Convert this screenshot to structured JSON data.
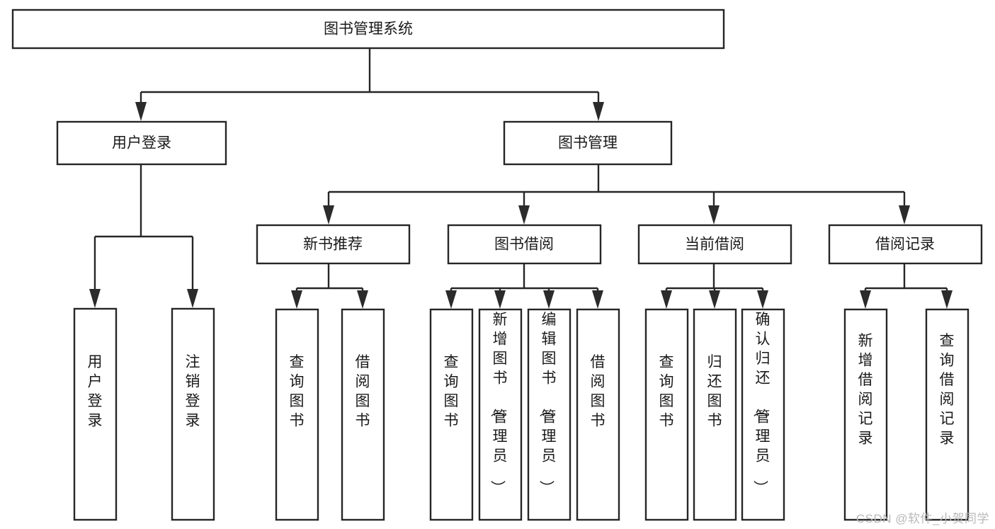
{
  "diagram": {
    "type": "tree",
    "title": "图书管理系统",
    "orientation": "top-down",
    "watermark": "CSDN @软件_小贺同学",
    "colors": {
      "box_stroke": "#262626",
      "box_fill": "#ffffff",
      "connector": "#262626",
      "text": "#1a1a1a",
      "watermark": "#b9b9b9",
      "background": "#ffffff"
    },
    "nodes": {
      "root": {
        "label": "图书管理系统",
        "level": 0,
        "orientation": "horizontal"
      },
      "user_login": {
        "label": "用户登录",
        "level": 1,
        "orientation": "horizontal"
      },
      "book_manage": {
        "label": "图书管理",
        "level": 1,
        "orientation": "horizontal"
      },
      "new_book_rec": {
        "label": "新书推荐",
        "level": 2,
        "orientation": "horizontal"
      },
      "book_borrow": {
        "label": "图书借阅",
        "level": 2,
        "orientation": "horizontal"
      },
      "current_borrow": {
        "label": "当前借阅",
        "level": 2,
        "orientation": "horizontal"
      },
      "borrow_record": {
        "label": "借阅记录",
        "level": 2,
        "orientation": "horizontal"
      },
      "leaf_user_login": {
        "label": "用户登录",
        "level": 3,
        "orientation": "vertical"
      },
      "leaf_logout": {
        "label": "注销登录",
        "level": 3,
        "orientation": "vertical"
      },
      "leaf_query_book_1": {
        "label": "查询图书",
        "level": 3,
        "orientation": "vertical"
      },
      "leaf_borrow_book_1": {
        "label": "借阅图书",
        "level": 3,
        "orientation": "vertical"
      },
      "leaf_query_book_2": {
        "label": "查询图书",
        "level": 3,
        "orientation": "vertical"
      },
      "leaf_add_book": {
        "label": "新增图书（管理员）",
        "level": 3,
        "orientation": "vertical"
      },
      "leaf_edit_book": {
        "label": "编辑图书（管理员）",
        "level": 3,
        "orientation": "vertical"
      },
      "leaf_borrow_book_2": {
        "label": "借阅图书",
        "level": 3,
        "orientation": "vertical"
      },
      "leaf_query_book_3": {
        "label": "查询图书",
        "level": 3,
        "orientation": "vertical"
      },
      "leaf_return_book": {
        "label": "归还图书",
        "level": 3,
        "orientation": "vertical"
      },
      "leaf_confirm_return": {
        "label": "确认归还（管理员）",
        "level": 3,
        "orientation": "vertical"
      },
      "leaf_add_record": {
        "label": "新增借阅记录",
        "level": 3,
        "orientation": "vertical"
      },
      "leaf_query_record": {
        "label": "查询借阅记录",
        "level": 3,
        "orientation": "vertical"
      }
    },
    "edges": [
      {
        "from": "root",
        "to": "user_login"
      },
      {
        "from": "root",
        "to": "book_manage"
      },
      {
        "from": "user_login",
        "to": "leaf_user_login"
      },
      {
        "from": "user_login",
        "to": "leaf_logout"
      },
      {
        "from": "book_manage",
        "to": "new_book_rec"
      },
      {
        "from": "book_manage",
        "to": "book_borrow"
      },
      {
        "from": "book_manage",
        "to": "current_borrow"
      },
      {
        "from": "book_manage",
        "to": "borrow_record"
      },
      {
        "from": "new_book_rec",
        "to": "leaf_query_book_1"
      },
      {
        "from": "new_book_rec",
        "to": "leaf_borrow_book_1"
      },
      {
        "from": "book_borrow",
        "to": "leaf_query_book_2"
      },
      {
        "from": "book_borrow",
        "to": "leaf_add_book"
      },
      {
        "from": "book_borrow",
        "to": "leaf_edit_book"
      },
      {
        "from": "book_borrow",
        "to": "leaf_borrow_book_2"
      },
      {
        "from": "current_borrow",
        "to": "leaf_query_book_3"
      },
      {
        "from": "current_borrow",
        "to": "leaf_return_book"
      },
      {
        "from": "current_borrow",
        "to": "leaf_confirm_return"
      },
      {
        "from": "borrow_record",
        "to": "leaf_add_record"
      },
      {
        "from": "borrow_record",
        "to": "leaf_query_record"
      }
    ]
  }
}
